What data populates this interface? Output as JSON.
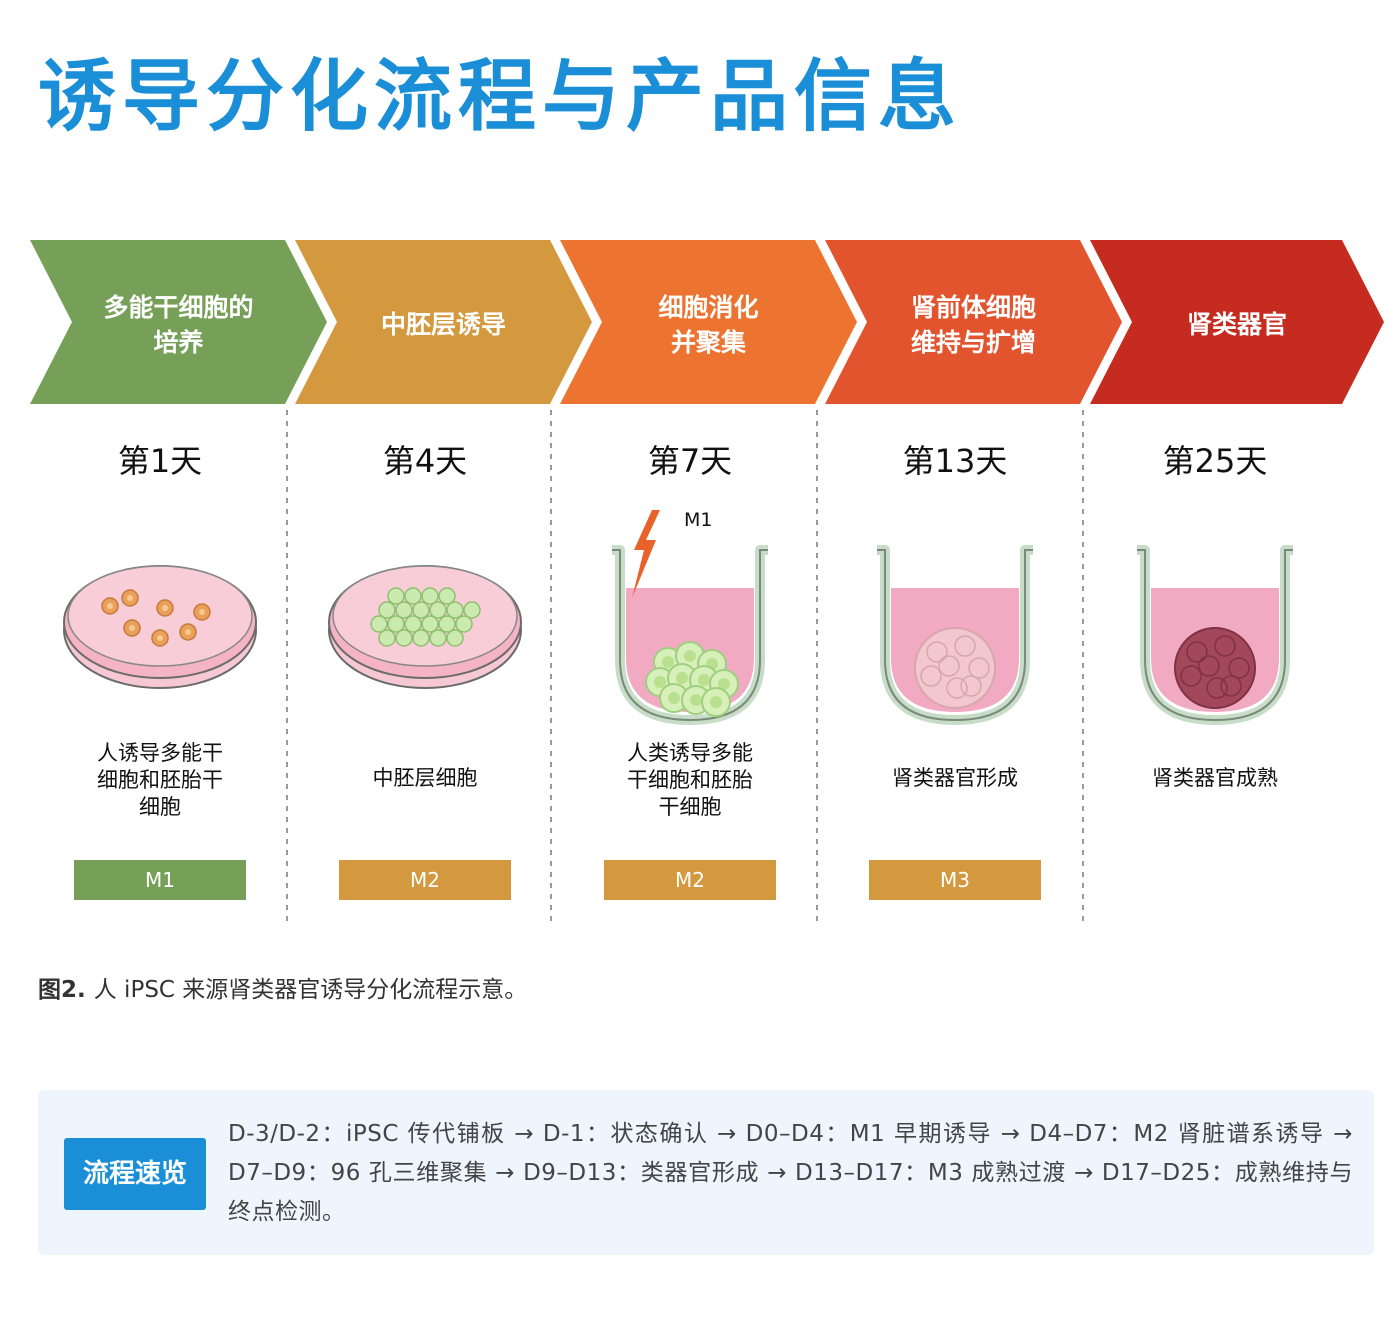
{
  "title": "诱导分化流程与产品信息",
  "stages": [
    {
      "label": "多能干细胞的\n培养",
      "color": "#76a058",
      "day": "第1天",
      "desc": "人诱导多能干\n细胞和胚胎干\n细胞",
      "tag": "M1",
      "tag_color": "#76a058",
      "vessel": "dish",
      "cells": "orange"
    },
    {
      "label": "中胚层诱导",
      "color": "#d4993e",
      "day": "第4天",
      "desc": "中胚层细胞",
      "tag": "M2",
      "tag_color": "#d4993e",
      "vessel": "dish",
      "cells": "green"
    },
    {
      "label": "细胞消化\n并聚集",
      "color": "#ec7430",
      "day": "第7天",
      "desc": "人类诱导多能\n干细胞和胚胎\n干细胞",
      "tag": "M2",
      "tag_color": "#d4993e",
      "vessel": "well",
      "cells": "green-cluster",
      "annotation": "M1"
    },
    {
      "label": "肾前体细胞\n维持与扩增",
      "color": "#e2542e",
      "day": "第13天",
      "desc": "肾类器官形成",
      "tag": "M3",
      "tag_color": "#d4993e",
      "vessel": "well",
      "cells": "light-organoid"
    },
    {
      "label": "肾类器官",
      "color": "#c52b1e",
      "day": "第25天",
      "desc": "肾类器官成熟",
      "tag": "",
      "tag_color": "",
      "vessel": "well",
      "cells": "dark-organoid"
    }
  ],
  "caption": {
    "prefix": "图2.",
    "text": "人 iPSC 来源肾类器官诱导分化流程示意。"
  },
  "summary": {
    "badge": "流程速览",
    "text": "D-3/D-2：iPSC 传代铺板 → D-1：状态确认 → D0–D4：M1 早期诱导 → D4–D7：M2 肾脏谱系诱导 → D7–D9：96 孔三维聚集 → D9–D13：类器官形成 → D13–D17：M3 成熟过渡 → D17–D25：成熟维持与终点检测。"
  }
}
